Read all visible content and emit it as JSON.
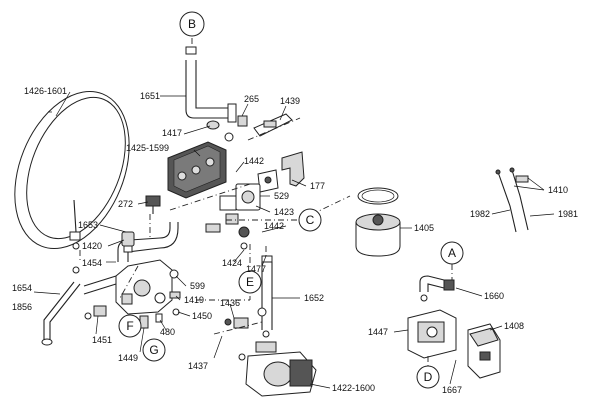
{
  "diagram": {
    "circled_refs": [
      {
        "id": "B",
        "label": "B"
      },
      {
        "id": "C",
        "label": "C"
      },
      {
        "id": "E",
        "label": "E"
      },
      {
        "id": "F",
        "label": "F"
      },
      {
        "id": "G",
        "label": "G"
      },
      {
        "id": "A",
        "label": "A"
      },
      {
        "id": "D",
        "label": "D"
      }
    ],
    "part_labels": [
      {
        "id": "1426-1601",
        "text": "1426-1601"
      },
      {
        "id": "1651",
        "text": "1651"
      },
      {
        "id": "265",
        "text": "265"
      },
      {
        "id": "1439",
        "text": "1439"
      },
      {
        "id": "1417",
        "text": "1417"
      },
      {
        "id": "1425-1599",
        "text": "1425-1599"
      },
      {
        "id": "1442a",
        "text": "1442"
      },
      {
        "id": "177",
        "text": "177"
      },
      {
        "id": "272",
        "text": "272"
      },
      {
        "id": "529",
        "text": "529"
      },
      {
        "id": "1423",
        "text": "1423"
      },
      {
        "id": "1442b",
        "text": "1442"
      },
      {
        "id": "1653",
        "text": "1653"
      },
      {
        "id": "1420",
        "text": "1420"
      },
      {
        "id": "1454",
        "text": "1454"
      },
      {
        "id": "1424",
        "text": "1424"
      },
      {
        "id": "1477",
        "text": "1477"
      },
      {
        "id": "599",
        "text": "599"
      },
      {
        "id": "1654",
        "text": "1654"
      },
      {
        "id": "1856",
        "text": "1856"
      },
      {
        "id": "1419",
        "text": "1419"
      },
      {
        "id": "1652",
        "text": "1652"
      },
      {
        "id": "1436",
        "text": "1436"
      },
      {
        "id": "1450",
        "text": "1450"
      },
      {
        "id": "1451",
        "text": "1451"
      },
      {
        "id": "480",
        "text": "480"
      },
      {
        "id": "1449",
        "text": "1449"
      },
      {
        "id": "1437",
        "text": "1437"
      },
      {
        "id": "1422-1600",
        "text": "1422-1600"
      },
      {
        "id": "1405",
        "text": "1405"
      },
      {
        "id": "1410",
        "text": "1410"
      },
      {
        "id": "1982",
        "text": "1982"
      },
      {
        "id": "1981",
        "text": "1981"
      },
      {
        "id": "1660",
        "text": "1660"
      },
      {
        "id": "1408",
        "text": "1408"
      },
      {
        "id": "1447",
        "text": "1447"
      },
      {
        "id": "1667",
        "text": "1667"
      }
    ]
  }
}
